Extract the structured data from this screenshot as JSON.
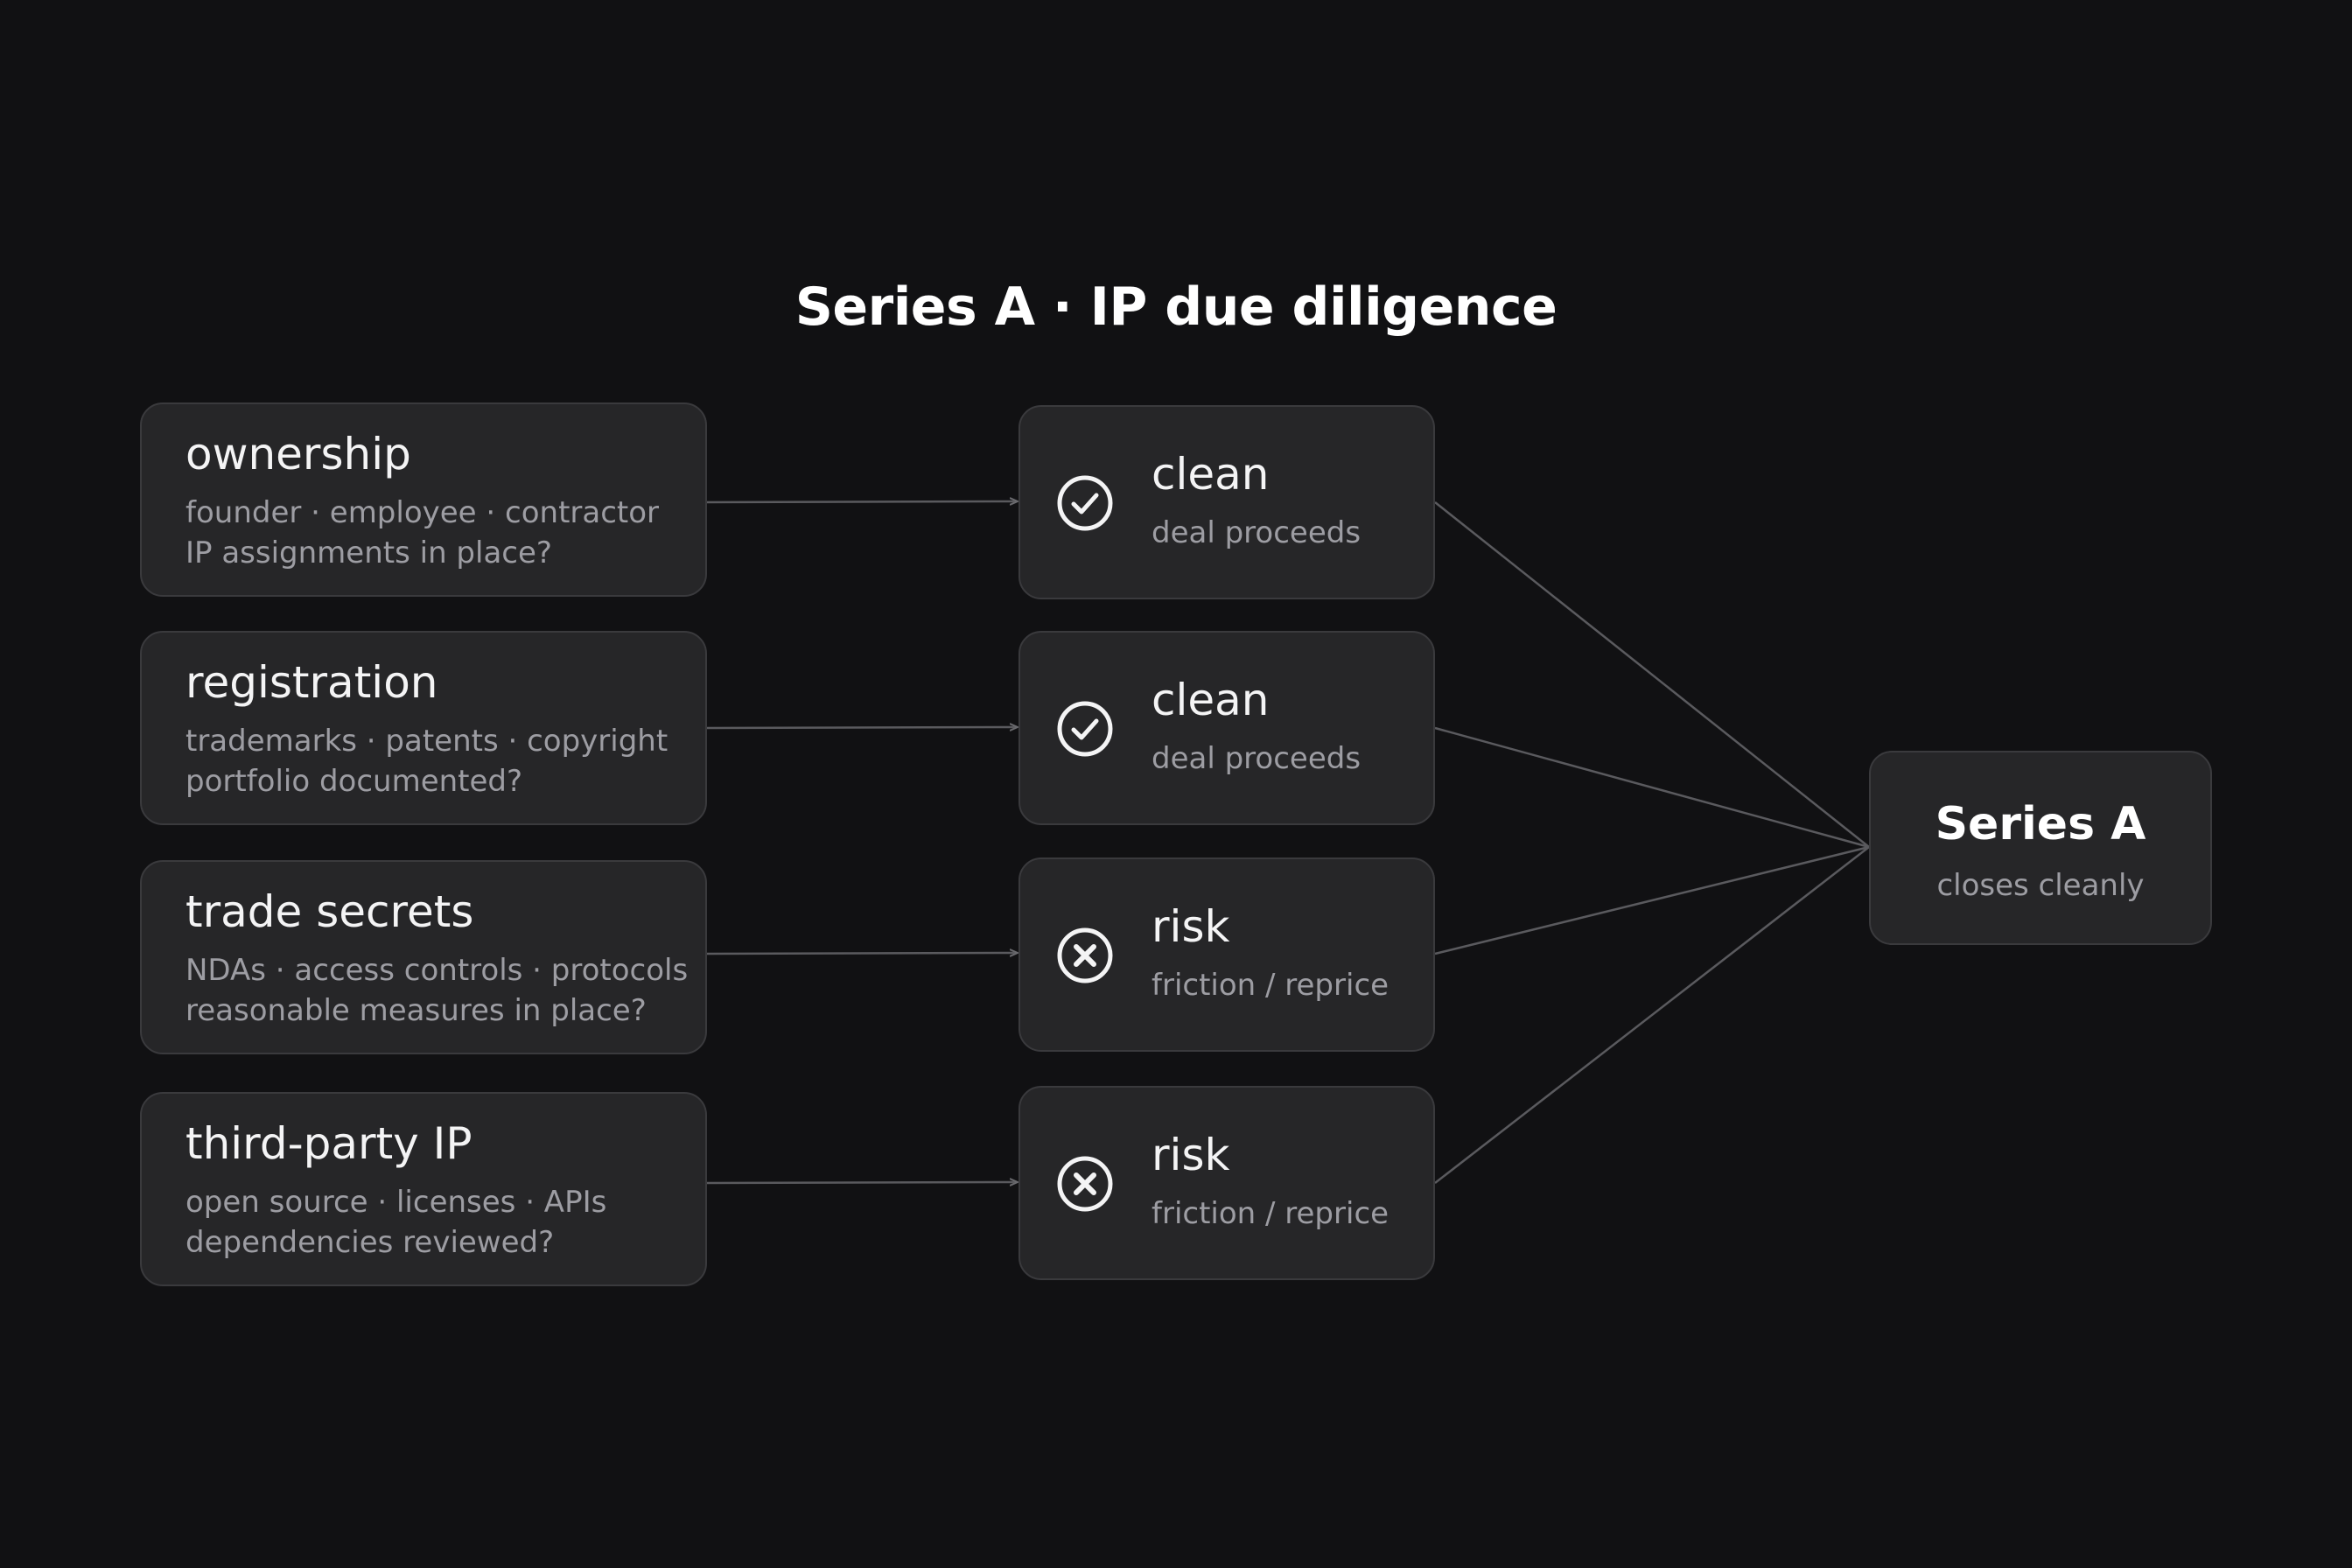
{
  "title": "Series A · IP due diligence",
  "checks": [
    {
      "title": "ownership",
      "line1": "founder · employee · contractor",
      "line2": "IP assignments in place?"
    },
    {
      "title": "registration",
      "line1": "trademarks · patents · copyright",
      "line2": "portfolio documented?"
    },
    {
      "title": "trade secrets",
      "line1": "NDAs · access controls · protocols",
      "line2": "reasonable measures in place?"
    },
    {
      "title": "third-party IP",
      "line1": "open source · licenses · APIs",
      "line2": "dependencies reviewed?"
    }
  ],
  "outcomes": [
    {
      "status": "clean",
      "icon": "check-circle-icon",
      "title": "clean",
      "subtitle": "deal proceeds"
    },
    {
      "status": "clean",
      "icon": "check-circle-icon",
      "title": "clean",
      "subtitle": "deal proceeds"
    },
    {
      "status": "risk",
      "icon": "x-circle-icon",
      "title": "risk",
      "subtitle": "friction / reprice"
    },
    {
      "status": "risk",
      "icon": "x-circle-icon",
      "title": "risk",
      "subtitle": "friction / reprice"
    }
  ],
  "final": {
    "title": "Series A",
    "subtitle": "closes cleanly"
  },
  "colors": {
    "background": "#111113",
    "box_fill": "#262628",
    "box_border": "#3a3a3d",
    "connector": "#5a5a5e",
    "text_primary": "#f4f4f5",
    "text_secondary": "#9d9da3"
  }
}
